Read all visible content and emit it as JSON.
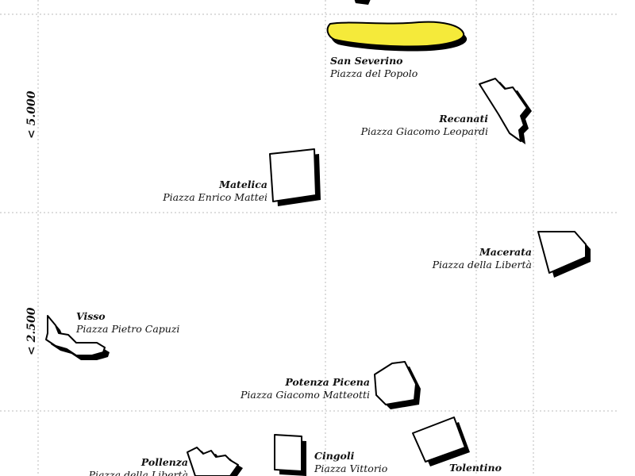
{
  "axis_labels": {
    "y_upper": "< 5.000",
    "y_lower": "< 2.500"
  },
  "colors": {
    "highlight": "#f5ea3a",
    "outline": "#000000",
    "grid": "#bbbbbb"
  },
  "squares": [
    {
      "town": "San Severino",
      "square": "Piazza del Popolo",
      "highlighted": true
    },
    {
      "town": "Recanati",
      "square": "Piazza Giacomo Leopardi",
      "highlighted": false
    },
    {
      "town": "Matelica",
      "square": "Piazza Enrico Mattei",
      "highlighted": false
    },
    {
      "town": "Macerata",
      "square": "Piazza della Libertà",
      "highlighted": false
    },
    {
      "town": "Visso",
      "square": "Piazza Pietro Capuzi",
      "highlighted": false
    },
    {
      "town": "Potenza Picena",
      "square": "Piazza Giacomo Matteotti",
      "highlighted": false
    },
    {
      "town": "Cingoli",
      "square": "Piazza Vittorio",
      "highlighted": false
    },
    {
      "town": "Pollenza",
      "square": "Piazza della Libertà",
      "highlighted": false
    },
    {
      "town": "Tolentino",
      "square": "",
      "highlighted": false
    }
  ]
}
